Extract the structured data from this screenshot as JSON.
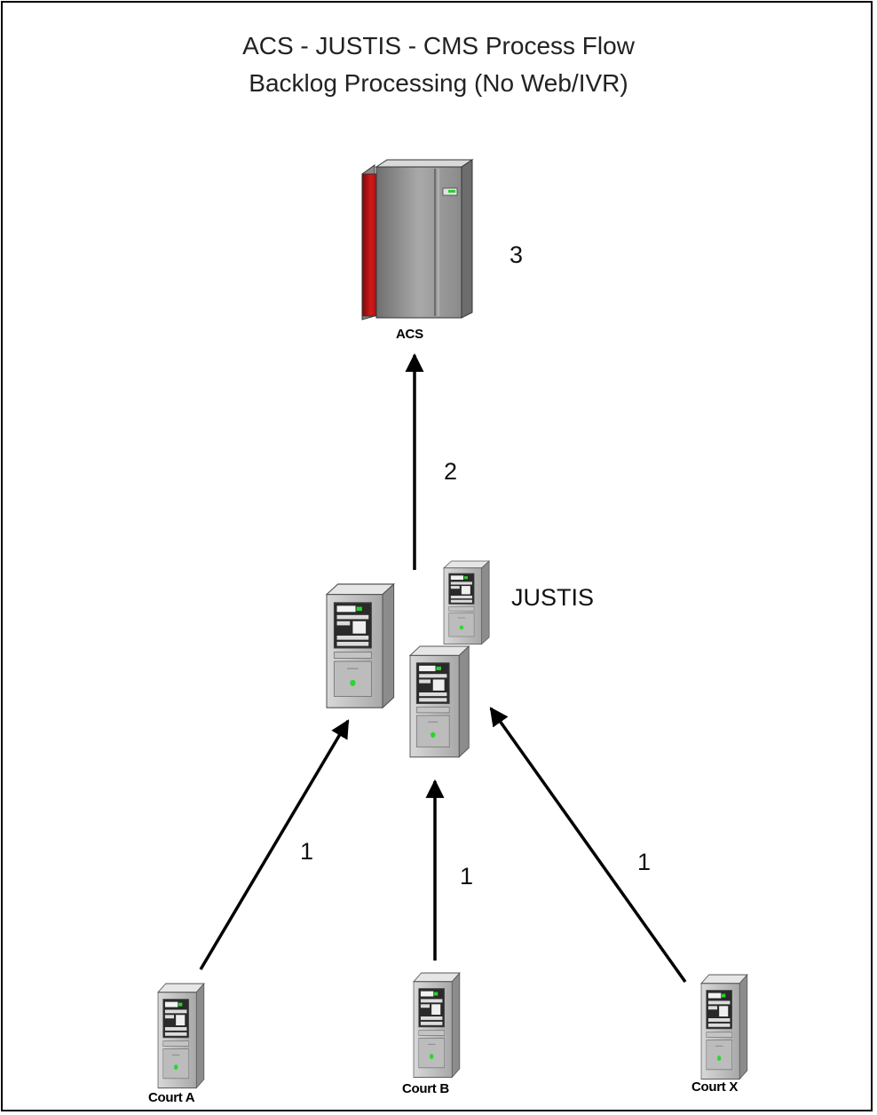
{
  "diagram": {
    "title_line1": "ACS - JUSTIS - CMS Process Flow",
    "title_line2": "Backlog Processing (No Web/IVR)",
    "nodes": {
      "acs": "ACS",
      "justis": "JUSTIS",
      "court_a": "Court A",
      "court_b": "Court B",
      "court_x": "Court X"
    },
    "steps": {
      "acs_step": "3",
      "justis_to_acs": "2",
      "court_a_to_justis": "1",
      "court_b_to_justis": "1",
      "court_x_to_justis": "1"
    },
    "colors": {
      "frame": "#000000",
      "arrow": "#000000",
      "mainframe_red": "#c41414",
      "server_body": "#b8b8b8"
    }
  }
}
